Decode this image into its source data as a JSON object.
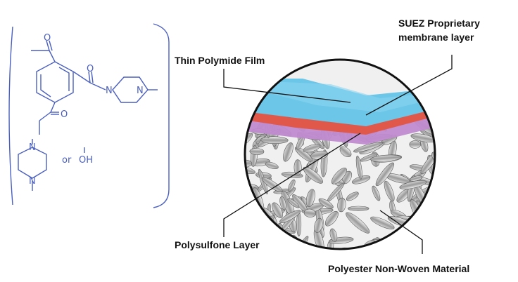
{
  "chemistry": {
    "or_text": "or",
    "oh_text": "OH",
    "atom_o": "O",
    "atom_n": "N"
  },
  "labels": {
    "thin_film": "Thin Polymide Film",
    "suez_line1": "SUEZ Proprietary",
    "suez_line2": "membrane layer",
    "polysulfone": "Polysulfone Layer",
    "polyester": "Polyester Non-Woven Material"
  },
  "colors": {
    "chem_blue": "#4a5fbf",
    "film_blue": "#6cc6e8",
    "suez_red": "#e0584a",
    "polysulfone_purple": "#c08ad0",
    "fiber_gray": "#8a8a8a"
  }
}
